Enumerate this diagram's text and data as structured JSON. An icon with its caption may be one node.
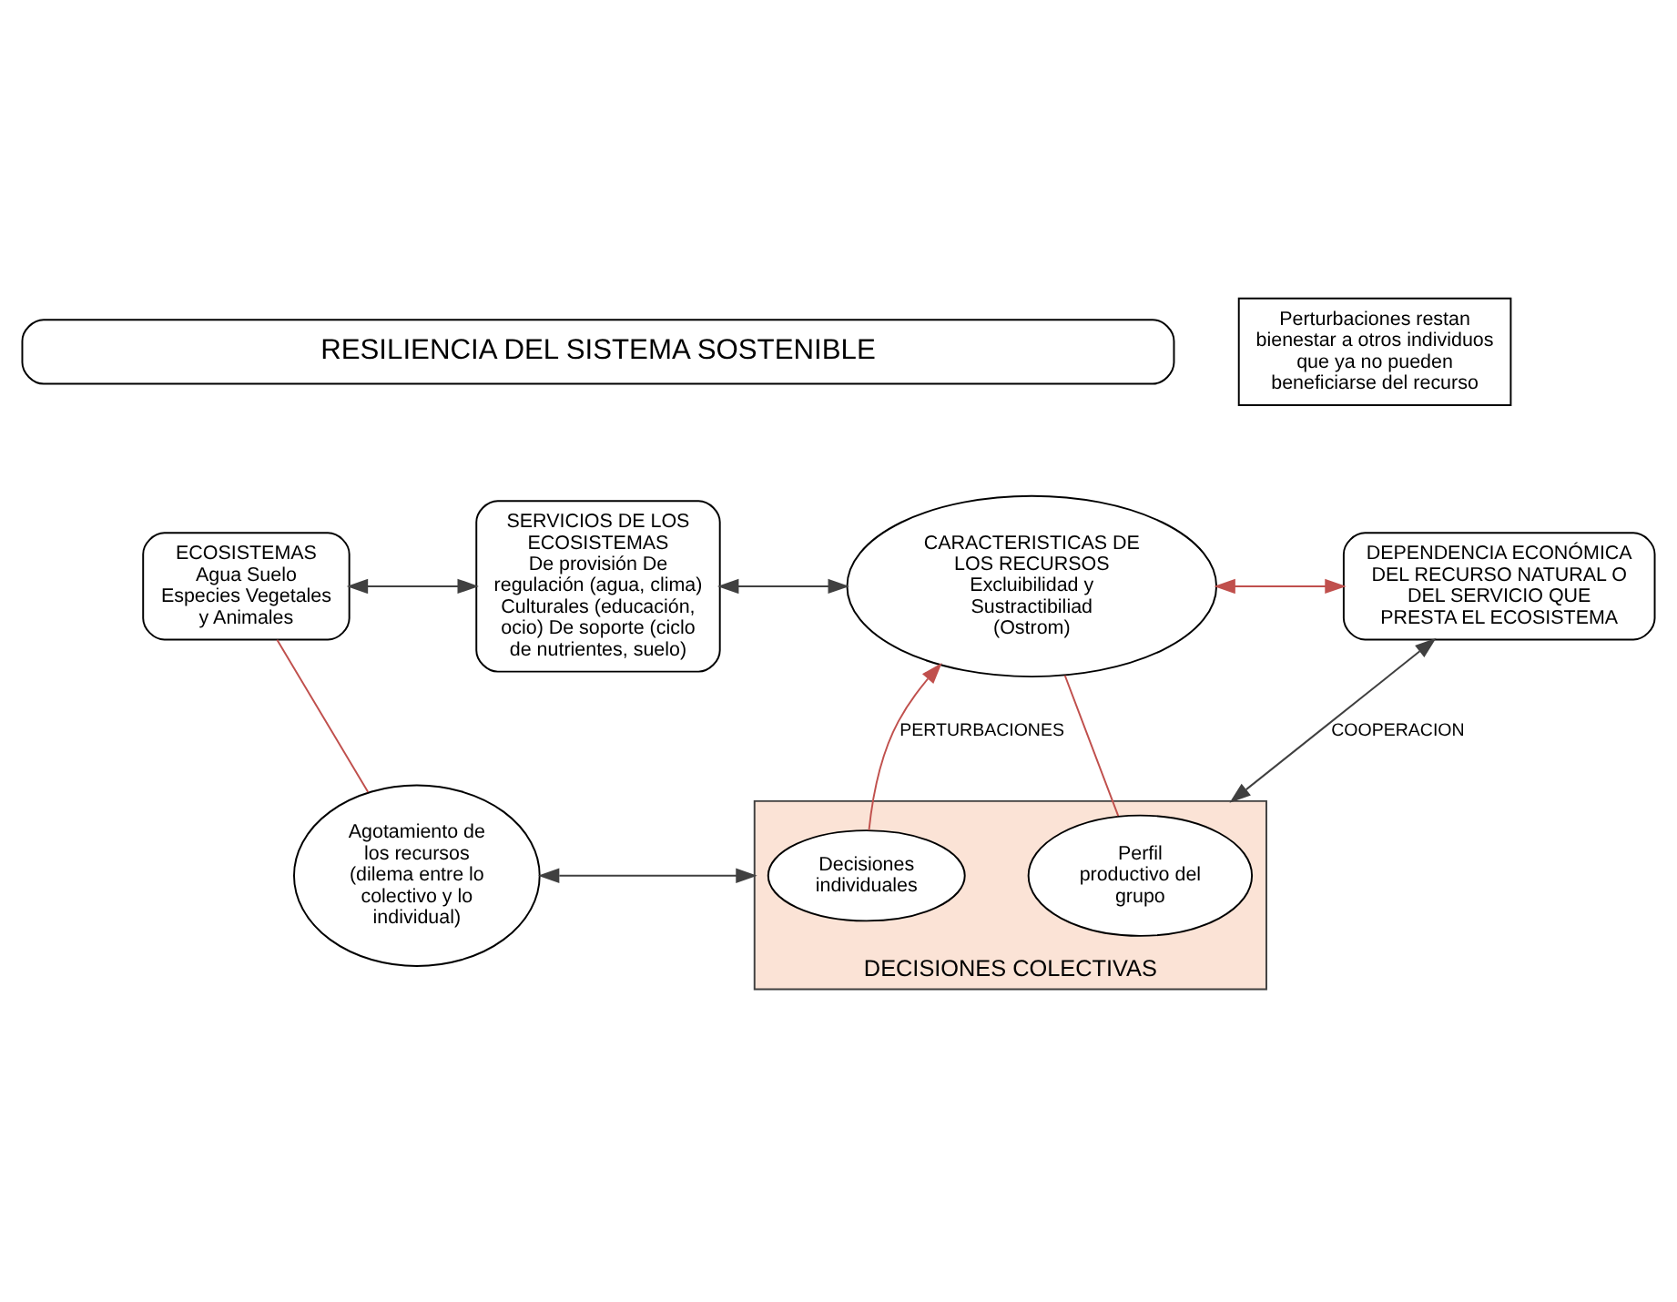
{
  "diagram": {
    "nodes": [
      {
        "text": [
          "RESILIENCIA DEL SISTEMA SOSTENIBLE"
        ]
      },
      {
        "text": [
          "ECOSISTEMAS",
          "Agua Suelo Especies Vegetales y Animales"
        ]
      },
      {
        "text": [
          "SERVICIOS DE LOS ECOSISTEMAS",
          "De provisión De regulación (agua, clima) Culturales (educación, ocio) De soporte (ciclo de nutrientes, suelo)"
        ]
      },
      {
        "text": [
          "CARACTERISTICAS DE LOS RECURSOS",
          "Excluibilidad y Sustractibiliad (Ostrom)"
        ]
      },
      {
        "text": [
          "DEPENDENCIA ECONÓMICA DEL RECURSO NATURAL O DEL SERVICIO QUE PRESTA EL ECOSISTEMA"
        ]
      },
      {
        "text": [
          "Perturbaciones restan bienestar a otros individuos que ya no pueden beneficiarse del recurso"
        ]
      },
      {
        "text": [
          "DECISIONES COLECTIVAS"
        ]
      },
      {
        "text": [
          "Decisiones individuales"
        ],
        "in": 6
      },
      {
        "text": [
          "Perfil productivo del grupo"
        ],
        "in": 6
      },
      {
        "text": [
          "Agotamiento de los recursos (dilema entre lo colectivo y lo individual)"
        ]
      }
    ],
    "edges": [
      {
        "from": 1,
        "to": 2,
        "arrow": "both"
      },
      {
        "from": 2,
        "to": 3,
        "arrow": "both"
      },
      {
        "from": 3,
        "to": 4,
        "arrow": "both",
        "color": "#c0504d"
      },
      {
        "from": 7,
        "to": 3,
        "arrow": "to",
        "label": "PERTURBACIONES",
        "color": "#c0504d"
      },
      {
        "from": 6,
        "to": 4,
        "arrow": "both",
        "label": "COOPERACION"
      },
      {
        "from": 9,
        "to": 6,
        "arrow": "both"
      },
      {
        "from": 1,
        "to": 9,
        "arrow": "none",
        "color": "#c0504d"
      },
      {
        "from": 3,
        "to": 8,
        "arrow": "none",
        "color": "#c0504d"
      }
    ]
  }
}
